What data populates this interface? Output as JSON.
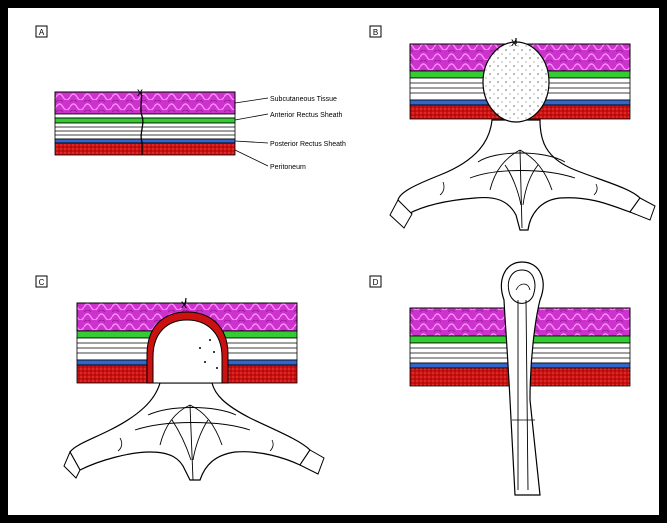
{
  "panels": [
    {
      "letter": "A"
    },
    {
      "letter": "B"
    },
    {
      "letter": "C"
    },
    {
      "letter": "D"
    }
  ],
  "labels": {
    "subcutaneous": "Subcutaneous Tissue",
    "anterior_sheath": "Anterior Rectus Sheath",
    "posterior_sheath": "Posterior Rectus Sheath",
    "peritoneum": "Peritoneum"
  },
  "colors": {
    "background": "#000000",
    "paper": "#ffffff",
    "subcutaneous": "#cc33cc",
    "subcutaneous_pattern": "#ff88ff",
    "anterior_sheath": "#33cc33",
    "posterior_sheath": "#3366cc",
    "peritoneum": "#cc1111",
    "line": "#000000"
  }
}
